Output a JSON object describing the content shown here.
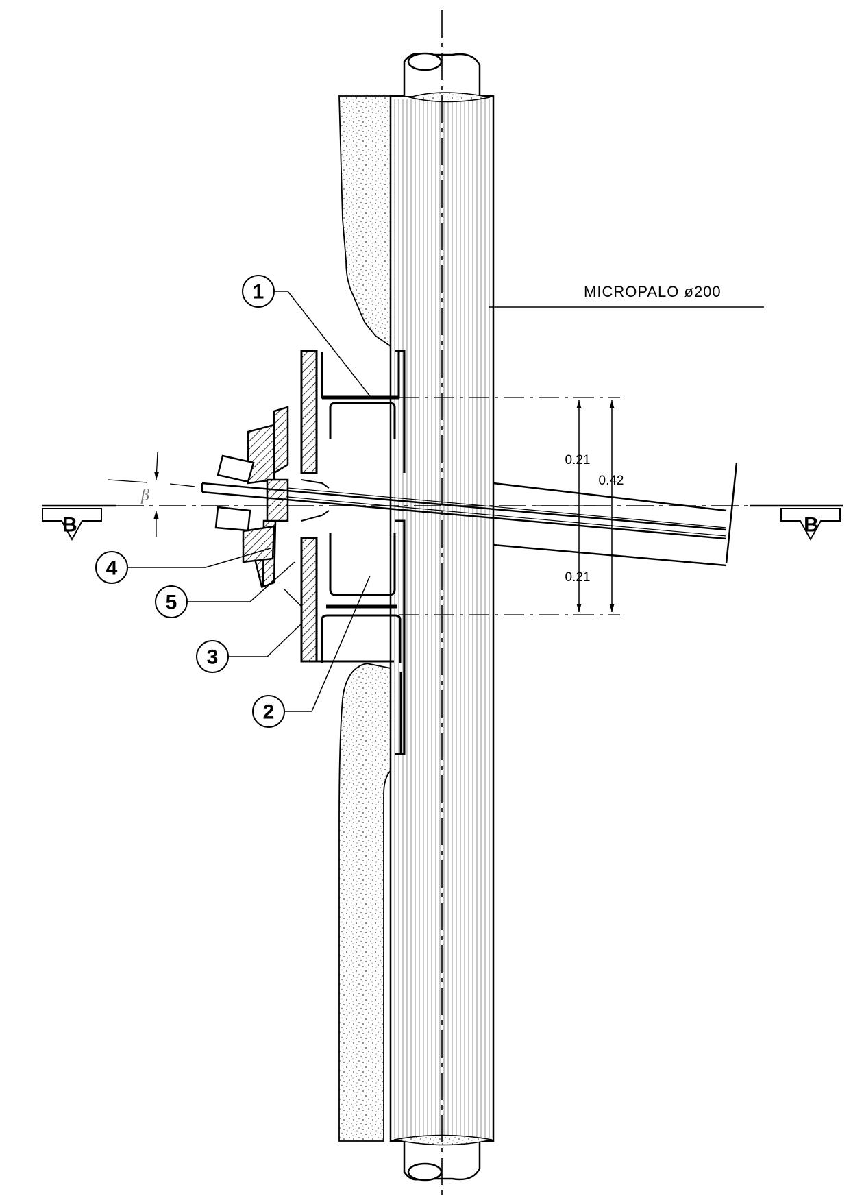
{
  "pile_label": "MICROPALO  ø200",
  "angle_symbol": "β",
  "section_letter": "B",
  "dimensions": {
    "upper": "0.21",
    "lower": "0.21",
    "total": "0.42"
  },
  "callouts": [
    "1",
    "2",
    "3",
    "4",
    "5"
  ]
}
